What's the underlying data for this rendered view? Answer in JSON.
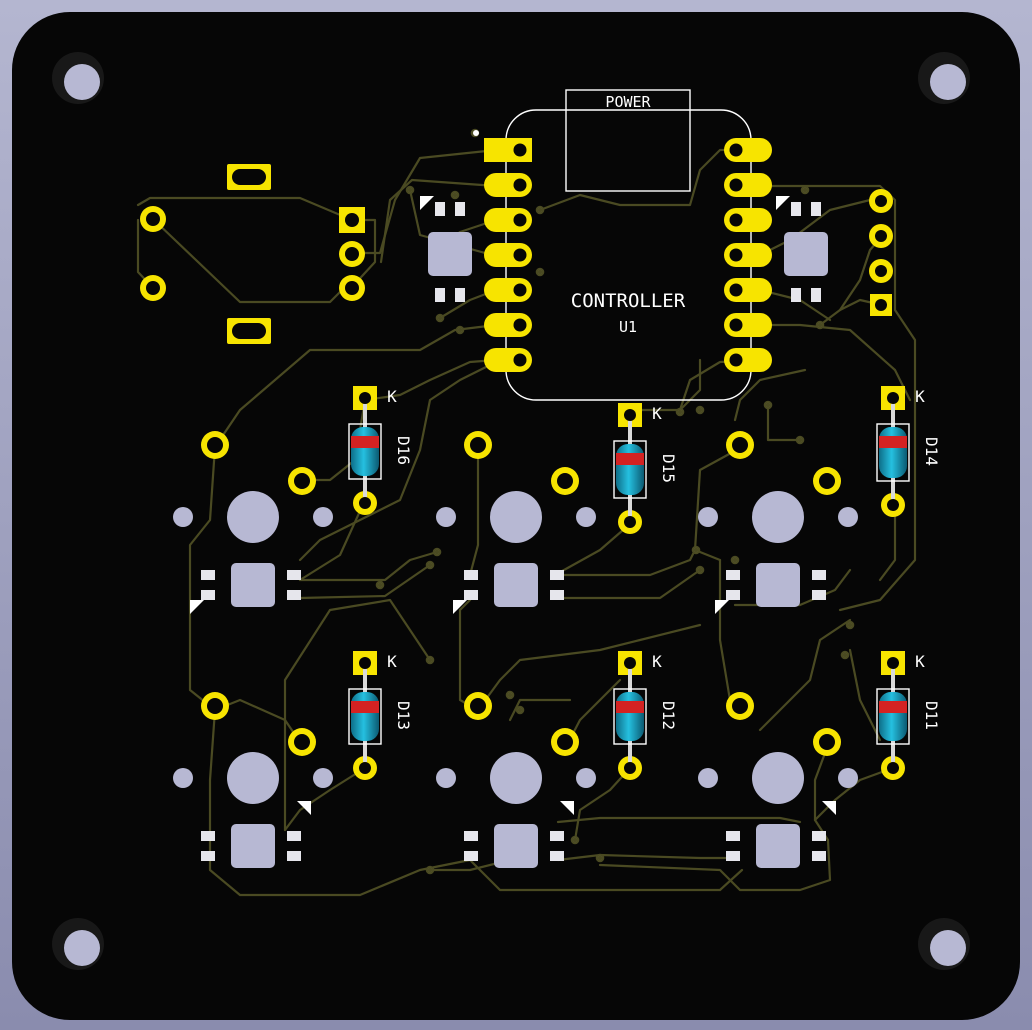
{
  "board": {
    "colors": {
      "background": "#8a8cae",
      "board": "#060606",
      "trace": "#4a4a22",
      "pad": "#f7e400",
      "smd_pad": "#e6e6ec",
      "hole": "#b7b8d3",
      "silk": "#ffffff",
      "diode_body": "#1aa8c8",
      "diode_band": "#d42222"
    },
    "controller": {
      "name": "CONTROLLER",
      "ref": "U1",
      "power_label": "POWER"
    },
    "diode_cathode_label": "K",
    "diodes": [
      "D16",
      "D15",
      "D14",
      "D13",
      "D12",
      "D11"
    ]
  }
}
